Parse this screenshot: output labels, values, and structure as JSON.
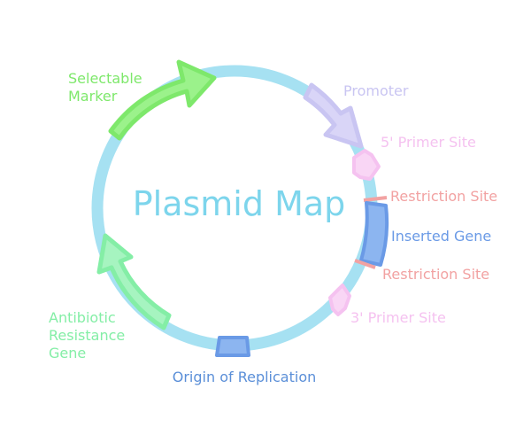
{
  "title": "Plasmid Map",
  "features": {
    "selectable_marker": {
      "label_line1": "Selectable",
      "label_line2": "Marker"
    },
    "promoter": {
      "label": "Promoter"
    },
    "primer_5": {
      "label": "5' Primer Site"
    },
    "restriction_site_1": {
      "label": "Restriction Site"
    },
    "inserted_gene": {
      "label": "Inserted Gene"
    },
    "restriction_site_2": {
      "label": "Restriction Site"
    },
    "primer_3": {
      "label": "3' Primer Site"
    },
    "origin": {
      "label": "Origin of Replication"
    },
    "antibiotic_resistance": {
      "label_line1": "Antibiotic",
      "label_line2": "Resistance",
      "label_line3": "Gene"
    }
  },
  "colors": {
    "backbone": "#a6e1f2",
    "title": "#7dd5ec",
    "selectable_marker": "#7ee86b",
    "promoter": "#c9c5f2",
    "primer": "#f5c2f0",
    "restriction": "#f2a2a2",
    "inserted_gene": "#6a9ae6",
    "origin": "#6a9ae6",
    "antibiotic_resistance": "#84eea6",
    "origin_label": "#5b8fd8"
  }
}
